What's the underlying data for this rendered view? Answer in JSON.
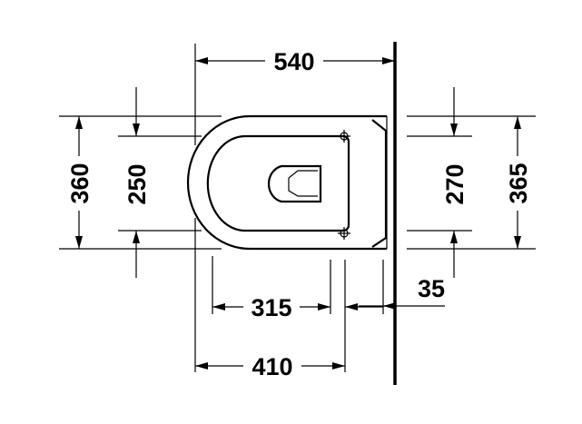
{
  "dimensions": {
    "overall_length": "540",
    "overall_width": "360",
    "bowl_width": "250",
    "seat_width": "270",
    "mount_width": "365",
    "wall_offset": "35",
    "rim_to_holes": "315",
    "front_to_holes": "410"
  },
  "colors": {
    "line": "#000000",
    "background": "#ffffff"
  }
}
